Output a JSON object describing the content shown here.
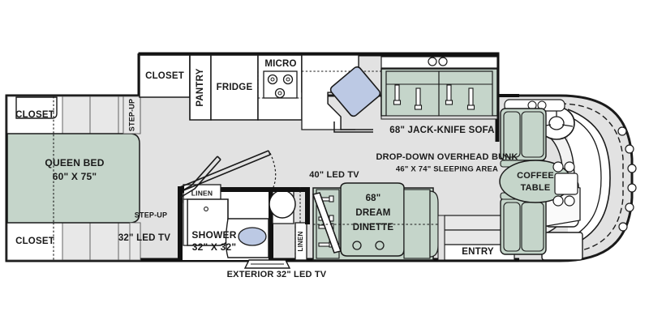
{
  "diagram": {
    "title": "RV Class A Motorhome Floorplan",
    "type": "floorplan",
    "orientation": "plan-view, front (cockpit) at right, rear bedroom at left"
  },
  "palette": {
    "furniture_green": "#c5d5ca",
    "furniture_green_dark": "#b7cbbd",
    "floor_grey": "#e2e2e2",
    "floor_grey_light": "#ebebeb",
    "wall_black": "#111111",
    "outline": "#1a1a1a",
    "sink_blue": "#bcc9e4",
    "white": "#ffffff"
  },
  "labels": {
    "closet_rear_top": "CLOSET",
    "closet_rear_bottom": "CLOSET",
    "closet_galley": "CLOSET",
    "pantry": "PANTRY",
    "fridge": "FRIDGE",
    "micro": "MICRO",
    "queen_bed_name": "QUEEN BED",
    "queen_bed_size": "60\" X 75\"",
    "step_up_upper": "STEP-UP",
    "step_up_lower": "STEP-UP",
    "tv_bedroom": "32\" LED TV",
    "linen_upper": "LINEN",
    "linen_lower": "LINEN",
    "shower_name": "SHOWER",
    "shower_size": "32\" X 32\"",
    "exterior_tv": "EXTERIOR 32\" LED TV",
    "tv_living": "40\" LED TV",
    "dinette_size": "68\"",
    "dinette_name_1": "DREAM",
    "dinette_name_2": "DINETTE",
    "sofa": "68\" JACK-KNIFE SOFA",
    "overhead_bunk": "DROP-DOWN OVERHEAD BUNK",
    "overhead_bunk_size": "46\" X 74\" SLEEPING AREA",
    "entry": "ENTRY",
    "coffee_table_1": "COFFEE",
    "coffee_table_2": "TABLE"
  },
  "rooms": [
    {
      "id": "bedroom",
      "label": "QUEEN BED 60\" X 75\"",
      "zone": "rear-left"
    },
    {
      "id": "galley",
      "label": "CLOSET / PANTRY / FRIDGE / MICRO",
      "zone": "upper-center"
    },
    {
      "id": "bathroom",
      "label": "SHOWER 32\" X 32\"",
      "zone": "lower-center"
    },
    {
      "id": "living",
      "label": "68\" JACK-KNIFE SOFA / 68\" DREAM DINETTE",
      "zone": "center-right"
    },
    {
      "id": "cockpit",
      "label": "COFFEE TABLE",
      "zone": "front-right"
    }
  ]
}
